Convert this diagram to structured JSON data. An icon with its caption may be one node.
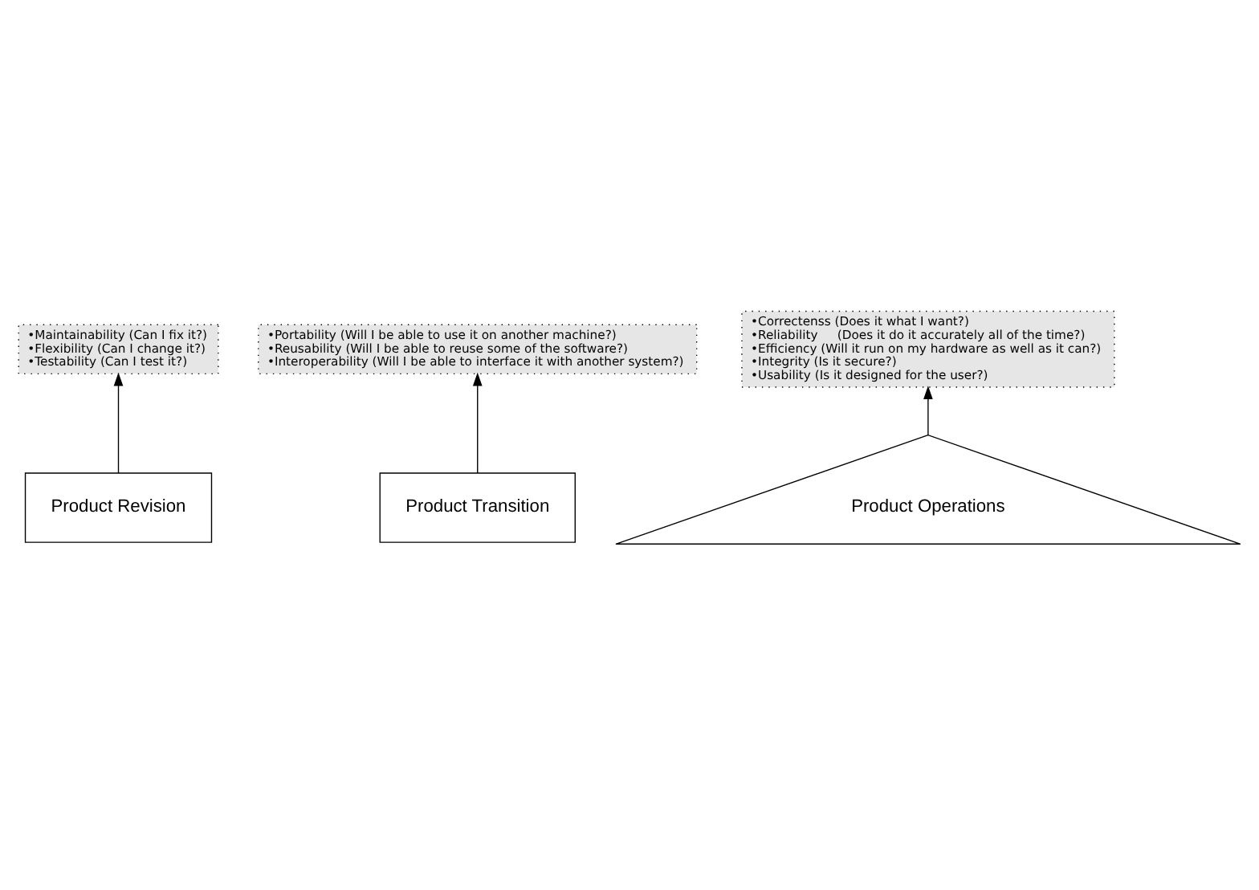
{
  "diagram": {
    "nodes": [
      {
        "text": [
          "•Maintainability (Can I fix it?)",
          "•Flexibility (Can I change it?)",
          "•Testability (Can I test it?)"
        ]
      },
      {
        "text": [
          "•Portability (Will I be able to use it on another machine?)",
          "•Reusability (Will I be able to reuse some of the software?)",
          "•Interoperability (Will I be able to interface it with another system?)"
        ]
      },
      {
        "text": [
          "Product Revision"
        ]
      },
      {
        "text": [
          "Product Transition"
        ]
      },
      {
        "text": [
          "•Correctenss (Does it what I want?)",
          "•Reliability     (Does it do it accurately all of the time?)",
          "•Efficiency (Will it run on my hardware as well as it can?)",
          "•Integrity (Is it secure?)",
          "•Usability (Is it designed for the user?)"
        ]
      },
      {
        "text": [
          "Product Operations"
        ]
      }
    ],
    "edges": [
      {
        "from": 2,
        "to": 0,
        "arrow": "to"
      },
      {
        "from": 3,
        "to": 1,
        "arrow": "to"
      },
      {
        "from": 5,
        "to": 4,
        "arrow": "to"
      }
    ]
  }
}
